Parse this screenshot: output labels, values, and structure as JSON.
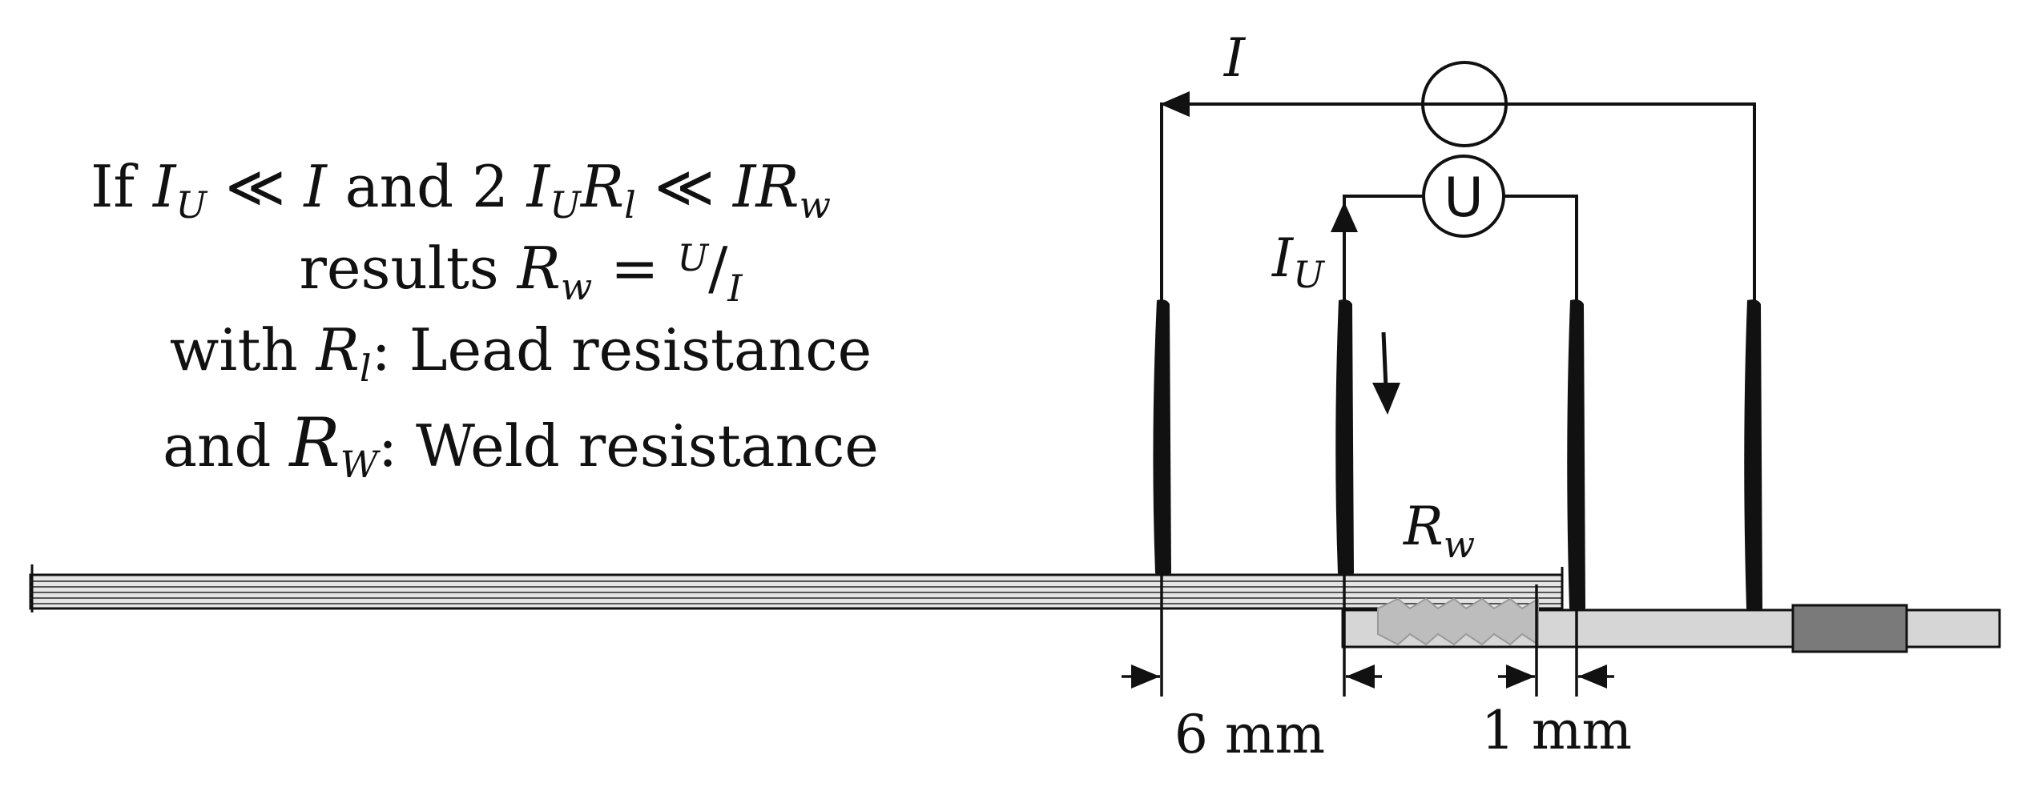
{
  "caption": {
    "line1": {
      "if": "If ",
      "I": "I",
      "U": "U",
      "ll1": " ≪ ",
      "I2": "I",
      "and": " and 2 ",
      "I3": "I",
      "U2": "U",
      "R": "R",
      "l": "l",
      "ll2": " ≪ ",
      "IR": "IR",
      "w": "w"
    },
    "line2": {
      "results": "results ",
      "R": "R",
      "w": "w",
      "eq": " = ",
      "U": "U",
      "slash": "/",
      "I": "I"
    },
    "line3": {
      "with": "with ",
      "R": "R",
      "l": "l",
      "rest": ": Lead resistance"
    },
    "line4": {
      "and": "and ",
      "R": "R",
      "W": "W",
      "rest": ": Weld resistance"
    }
  },
  "labels": {
    "current": "I",
    "voltmeter": "U",
    "iu_main": "I",
    "iu_sub": "U",
    "rw_main": "R",
    "rw_sub": "w",
    "dim_left": "6 mm",
    "dim_right": "1 mm"
  },
  "colors": {
    "ink": "#111111",
    "foil": "#cfcfcf",
    "tab": "#d6d6d6",
    "tab_insert": "#7a7a7a",
    "weld": "#bdbdbd"
  }
}
